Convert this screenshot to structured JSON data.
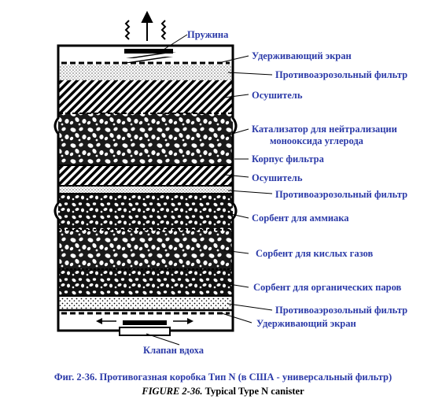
{
  "labels": {
    "spring": "Пружина",
    "retaining_screen_top": "Удерживающий экран",
    "aerosol_filter_top": "Противоаэрозольный фильтр",
    "desiccant_top": "Осушитель",
    "co_catalyst_line1": "Катализатор для нейтрализации",
    "co_catalyst_line2": "монооксида углерода",
    "filter_body": "Корпус фильтра",
    "desiccant_mid": "Осушитель",
    "aerosol_filter_mid": "Противоаэрозольный фильтр",
    "ammonia_sorbent": "Сорбент для аммиака",
    "acid_gas_sorbent": "Сорбент для кислых газов",
    "organic_vapor_sorbent": "Сорбент для органических паров",
    "aerosol_filter_bottom": "Противоаэрозольный фильтр",
    "retaining_screen_bottom": "Удерживающий экран",
    "inhalation_valve": "Клапан вдоха"
  },
  "caption": {
    "russian": "Фиг. 2-36. Противогазная коробка Тип N (в США - универсальный фильтр)",
    "figure_number": "FIGURE 2-36.",
    "english": "Typical Type N canister"
  },
  "colors": {
    "label_blue": "#2b3aa8",
    "ink": "#000000"
  }
}
